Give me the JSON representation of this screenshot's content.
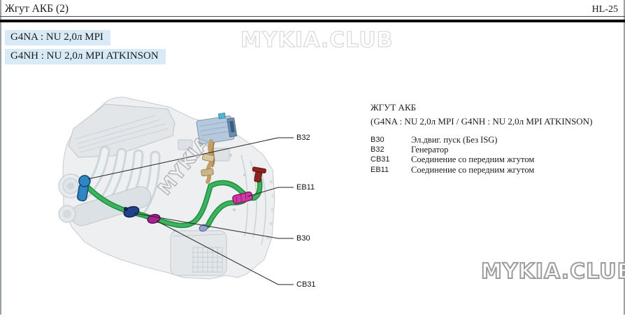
{
  "header": {
    "title": "Жгут АКБ (2)",
    "page_ref": "HL-25"
  },
  "variants": [
    {
      "label": "G4NA : NU 2,0л MPI"
    },
    {
      "label": "G4NH : NU 2,0л MPI ATKINSON"
    }
  ],
  "watermark": {
    "text": "MYKIA.CLUB",
    "short_text": "MYKIA"
  },
  "legend": {
    "title": "ЖГУТ АКБ",
    "subtitle": "(G4NA : NU 2,0л MPI / G4NH : NU 2,0л MPI ATKINSON)",
    "items": [
      {
        "code": "B30",
        "description": "Эл.двиг. пуск (Без ISG)"
      },
      {
        "code": "B32",
        "description": "Генератор"
      },
      {
        "code": "CB31",
        "description": "Соединение со передним жгутом"
      },
      {
        "code": "EB11",
        "description": "Соединение со передним жгутом"
      }
    ]
  },
  "callouts": [
    {
      "label": "B32"
    },
    {
      "label": "EB11"
    },
    {
      "label": "B30"
    },
    {
      "label": "CB31"
    }
  ],
  "colors": {
    "variant_box_bg": "#d7eaf6",
    "harness_green": "#3cb45f",
    "harness_green_dark": "#1f8c3e",
    "connector_b32": "#2f86c4",
    "connector_b30": "#24418c",
    "connector_cb31": "#a8238f",
    "connector_eb11": "#cf3aa6",
    "connector_red": "#8f2321",
    "connector_lavender": "#93a2cf",
    "ecu_box": "#b5c9de",
    "tan_cable": "#c29e66"
  }
}
